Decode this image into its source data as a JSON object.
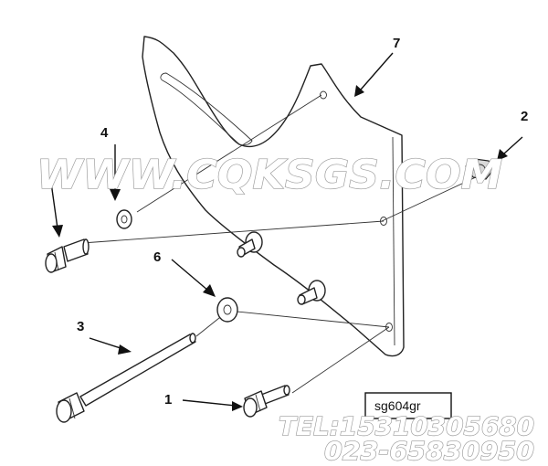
{
  "callouts": [
    "1",
    "2",
    "3",
    "4",
    "6",
    "7"
  ],
  "drawing_code": "sg604gr",
  "watermark": {
    "site": "WWW.CQKSGS.COM",
    "phone": "TEL:15310305680",
    "phone2": "023-65830950"
  }
}
